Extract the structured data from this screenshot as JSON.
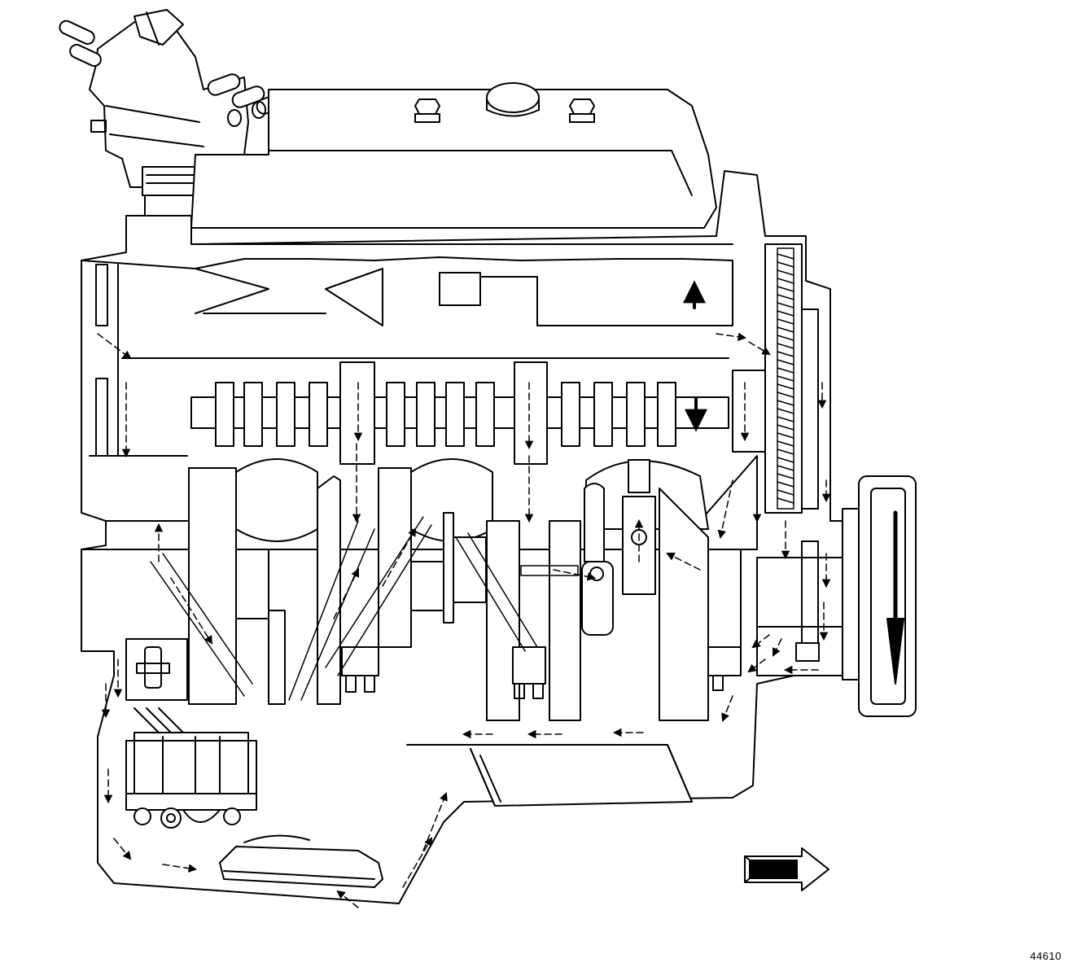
{
  "figure": {
    "id_label": "44610"
  },
  "colors": {
    "ink": "#000000",
    "paper": "#ffffff"
  },
  "components": [
    "distributor-cap",
    "distributor-shaft",
    "valve-cover",
    "cylinder-head",
    "camshaft",
    "crankshaft",
    "oil-pump",
    "oil-pan",
    "timing-chain",
    "harmonic-balancer",
    "oil-flow-arrows",
    "engine-front-direction-arrow"
  ]
}
